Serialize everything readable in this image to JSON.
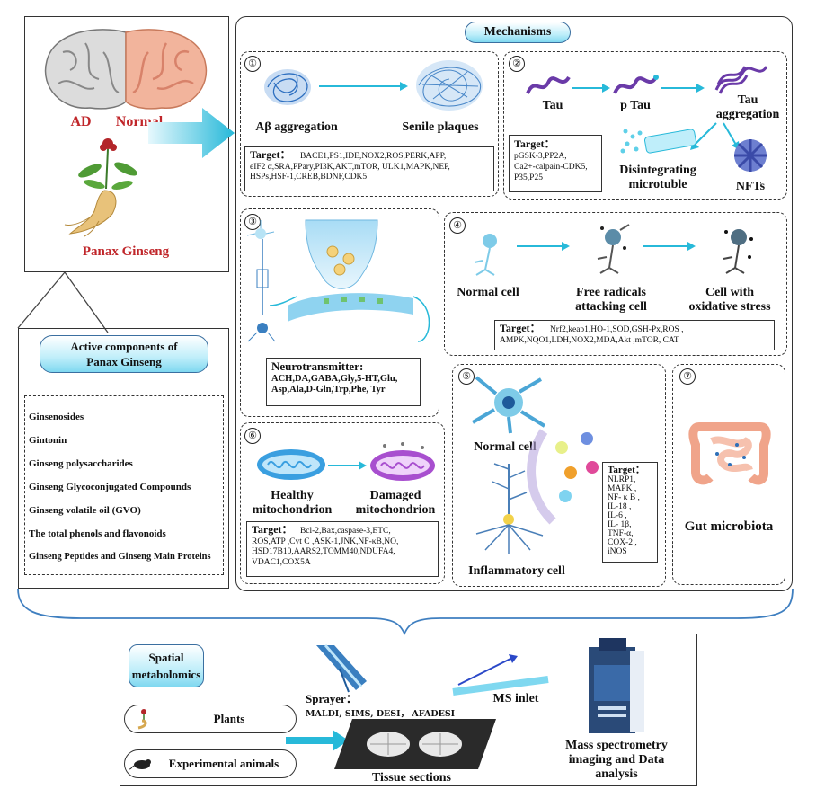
{
  "left_panel": {
    "ad_label": "AD",
    "normal_label": "Normal",
    "plant_label": "Panax Ginseng"
  },
  "active": {
    "title_line1": "Active components of",
    "title_line2": "Panax Ginseng",
    "items": [
      "Ginsenosides",
      "Gintonin",
      "Ginseng polysaccharides",
      "Ginseng Glycoconjugated Compounds",
      "Ginseng volatile oil (GVO)",
      "The total phenols and flavonoids",
      "Ginseng Peptides and Ginseng Main Proteins"
    ]
  },
  "mechanisms": {
    "title": "Mechanisms",
    "p1": {
      "num": "①",
      "left": "Aβ aggregation",
      "right": "Senile plaques",
      "target_label": "Target：",
      "targets": [
        "BACE1,PS1,IDE,NOX2,ROS,PERK,APP,",
        "eIF2 α,SRA,PPary,PI3K,AKT,mTOR, ULK1,MAPK,NEP,",
        "HSPs,HSF-1,CREB,BDNF,CDK5"
      ]
    },
    "p2": {
      "num": "②",
      "tau": "Tau",
      "ptau": "p Tau",
      "agg1": "Tau",
      "agg2": "aggregation",
      "dis1": "Disintegrating",
      "dis2": "microtuble",
      "nfts": "NFTs",
      "target_label": "Target：",
      "targets": [
        "pGSK-3,PP2A,",
        "Ca2+-calpain-CDK5,",
        "P35,P25"
      ]
    },
    "p3": {
      "num": "③",
      "label": "Neurotransmitter:",
      "items": [
        "ACH,DA,GABA,Gly,5-HT,Glu,",
        "Asp,Ala,D-Gln,Trp,Phe, Tyr"
      ]
    },
    "p4": {
      "num": "④",
      "c1": "Normal cell",
      "c2a": "Free radicals",
      "c2b": "attacking cell",
      "c3a": "Cell with",
      "c3b": "oxidative stress",
      "target_label": "Target：",
      "targets": [
        "Nrf2,keap1,HO-1,SOD,GSH-Px,ROS ,",
        "AMPK,NQO1,LDH,NOX2,MDA,Akt ,mTOR, CAT"
      ]
    },
    "p5": {
      "num": "⑤",
      "normal": "Normal cell",
      "inflam": "Inflammatory cell",
      "target_label": "Target：",
      "targets": [
        "NLRP1,",
        "MAPK ,",
        "NF- κ B ,",
        "IL-18 ,",
        "IL-6 ,",
        "IL- 1β,",
        "TNF-α,",
        "COX-2 ,",
        "iNOS"
      ]
    },
    "p6": {
      "num": "⑥",
      "h1": "Healthy",
      "h2": "mitochondrion",
      "d1": "Damaged",
      "d2": "mitochondrion",
      "target_label": "Target：",
      "targets": [
        "Bcl-2,Bax,caspase-3,ETC,",
        "ROS,ATP ,Cyt C ,ASK-1,JNK,NF-κB,NO,",
        "HSD17B10,AARS2,TOMM40,NDUFA4,",
        "VDAC1,COX5A"
      ]
    },
    "p7": {
      "num": "⑦",
      "label": "Gut microbiota"
    }
  },
  "bottom": {
    "spatial1": "Spatial",
    "spatial2": "metabolomics",
    "plants": "Plants",
    "animals": "Experimental animals",
    "sprayer": "Sprayer：",
    "methods": "MALDI, SIMS, DESI， AFADESI",
    "tissue": "Tissue sections",
    "ms_inlet": "MS  inlet",
    "ms1": "Mass spectrometry",
    "ms2": "imaging and Data",
    "ms3": "analysis"
  },
  "colors": {
    "accent_red": "#c0262a",
    "pill_blue": "#7fd8f0",
    "arrow_cyan": "#27b9d9",
    "bracket_blue": "#3f7fc0"
  }
}
